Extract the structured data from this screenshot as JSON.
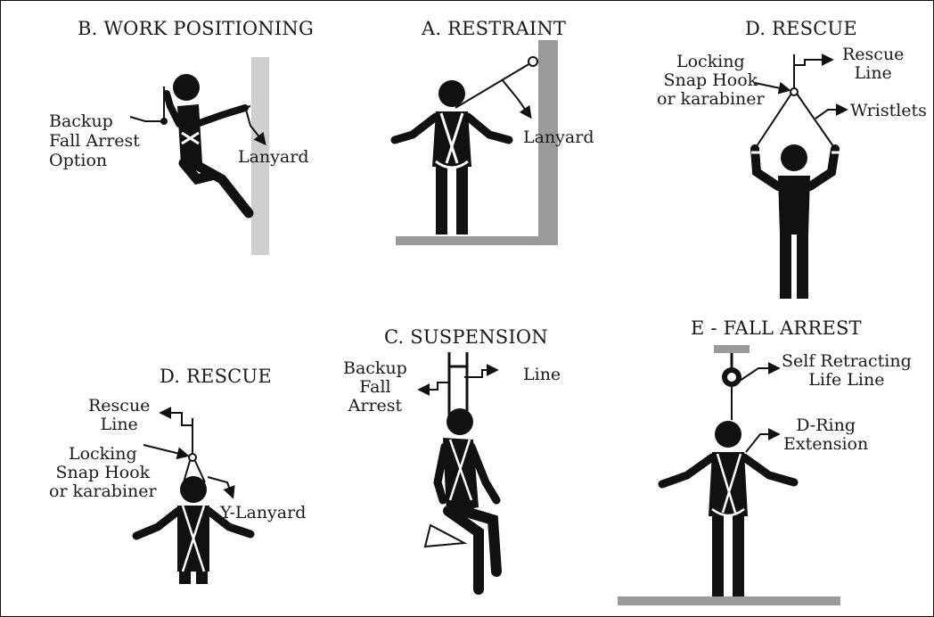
{
  "titles": {
    "work_positioning": "B. WORK POSITIONING",
    "restraint": "A. RESTRAINT",
    "rescue_top": "D. RESCUE",
    "rescue_bottom": "D. RESCUE",
    "suspension": "C. SUSPENSION",
    "fall_arrest": "E - FALL ARREST"
  },
  "labels": {
    "wp_backup": [
      "Backup",
      "Fall Arrest",
      "Option"
    ],
    "wp_lanyard": "Lanyard",
    "restraint_lanyard": "Lanyard",
    "rt_locking": [
      "Locking",
      "Snap Hook",
      "or karabiner"
    ],
    "rt_rescue_line": [
      "Rescue",
      "Line"
    ],
    "rt_wristlets": "Wristlets",
    "rb_rescue_line": [
      "Rescue",
      "Line"
    ],
    "rb_locking": [
      "Locking",
      "Snap Hook",
      "or karabiner"
    ],
    "rb_ylanyard": "Y-Lanyard",
    "susp_backup": [
      "Backup",
      "Fall",
      "Arrest"
    ],
    "susp_line": "Line",
    "fa_srl": [
      "Self Retracting",
      "Life Line"
    ],
    "fa_dring": [
      "D-Ring",
      "Extension"
    ]
  },
  "icons": {
    "figure": "person-silhouette-icon",
    "harness": "harness-icon",
    "arrow": "arrow-icon",
    "karabiner": "karabiner-icon"
  },
  "colors": {
    "ink": "#111111",
    "pole": "#cfcfcf",
    "wall": "#9a9a9a"
  }
}
